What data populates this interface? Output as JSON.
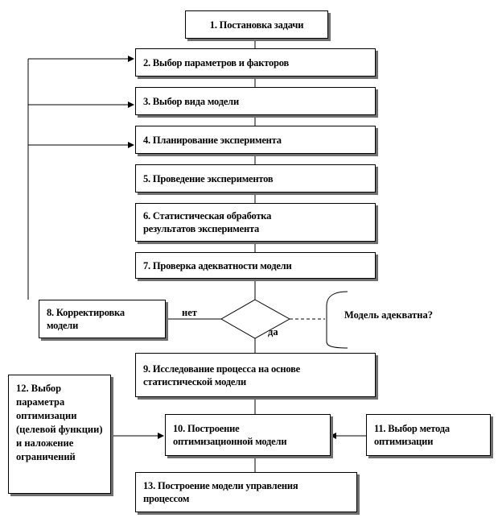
{
  "nodes": {
    "n1": "1. Постановка задачи",
    "n2": "2. Выбор параметров и факторов",
    "n3": "3. Выбор вида модели",
    "n4": "4. Планирование эксперимента",
    "n5": "5. Проведение экспериментов",
    "n6": "6. Статистическая обработка результатов эксперимента",
    "n7": "7. Проверка адекватности модели",
    "n8": "8. Корректировка модели",
    "n9": "9. Исследование процесса на основе статистической модели",
    "n10": "10. Построение оптимизационной модели",
    "n11": "11. Выбор метода оптимизации",
    "n12": "12. Выбор параметра оптимизации (целевой функции) и наложение ограничений",
    "n13": "13. Построение модели управления процессом"
  },
  "decision": {
    "question": "Модель адекватна?",
    "no_label": "нет",
    "yes_label": "да"
  }
}
